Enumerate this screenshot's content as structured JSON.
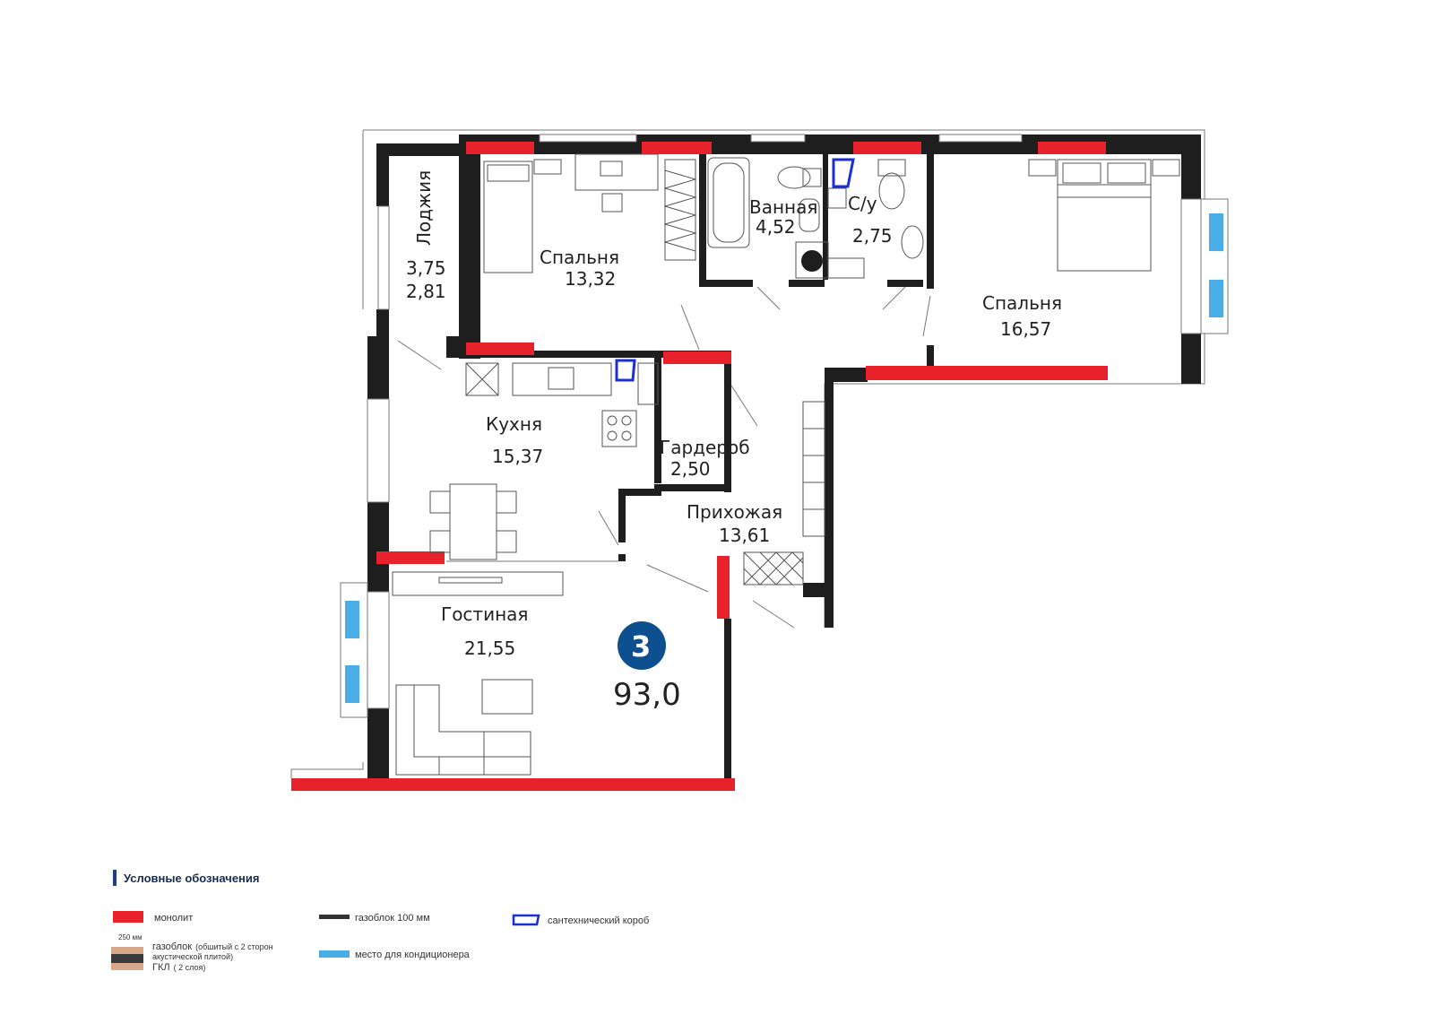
{
  "rooms": {
    "loggia": {
      "name": "Лоджия",
      "area_a": "3,75",
      "area_b": "2,81"
    },
    "bedroom1": {
      "name": "Спальня",
      "area": "13,32"
    },
    "bathroom": {
      "name": "Ванная",
      "area": "4,52"
    },
    "wc": {
      "name": "С/у",
      "area": "2,75"
    },
    "bedroom2": {
      "name": "Спальня",
      "area": "16,57"
    },
    "kitchen": {
      "name": "Кухня",
      "area": "15,37"
    },
    "wardrobe": {
      "name": "Гардероб",
      "area": "2,50"
    },
    "hallway": {
      "name": "Прихожая",
      "area": "13,61"
    },
    "living": {
      "name": "Гостиная",
      "area": "21,55"
    }
  },
  "apartment": {
    "rooms_count": "3",
    "total_area": "93,0"
  },
  "legend": {
    "title": "Условные обозначения",
    "monolith": "монолит",
    "gasblock100": "газоблок 100 мм",
    "sanbox": "сантехнический короб",
    "gasblock_clad_mm": "250 мм",
    "gasblock_clad_1": "газоблок",
    "gasblock_clad_1b": "(обшитый с 2 сторон",
    "gasblock_clad_2": "акустической плитой)",
    "gkl": "ГКЛ",
    "gkl_note": "( 2 слоя)",
    "ac_place": "место для кондиционера"
  },
  "colors": {
    "monolith": "#e8222a",
    "wall": "#1e1e1e",
    "ac": "#4aaee6",
    "sanbox": "#1c2fd0",
    "badge": "#0e4f8f",
    "legend_bar": "#1c3d8c"
  }
}
